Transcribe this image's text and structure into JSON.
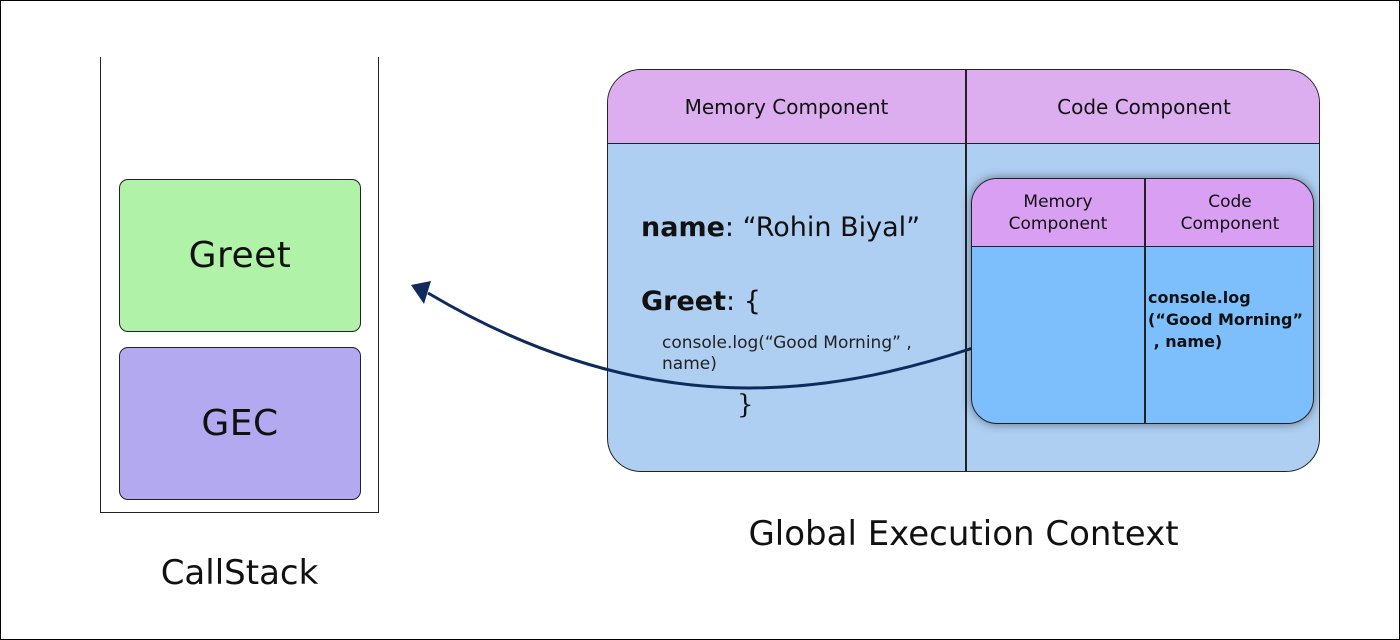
{
  "callstack": {
    "frames": [
      "Greet",
      "GEC"
    ],
    "label": "CallStack"
  },
  "global_execution_context": {
    "label": "Global Execution Context",
    "memory_header": "Memory Component",
    "code_header": "Code Component",
    "memory": {
      "name_key": "name",
      "name_value": ": “Rohin Biyal”",
      "greet_key": "Greet",
      "greet_value": ": {",
      "greet_body": "console.log(“Good Morning” , name)",
      "greet_close": "}"
    }
  },
  "function_execution_context": {
    "memory_header_line1": "Memory",
    "memory_header_line2": "Component",
    "code_header_line1": "Code",
    "code_header_line2": "Component",
    "code_line1": "console.log",
    "code_line2": "(“Good Morning”",
    "code_line3": " , name)"
  },
  "colors": {
    "greet_frame": "#b1f2a9",
    "gec_frame": "#b3a9f1",
    "header": "#dcaef0",
    "memory_area": "#afcff2",
    "inner_area": "#7dbffc",
    "arrow": "#0f2a5c"
  }
}
